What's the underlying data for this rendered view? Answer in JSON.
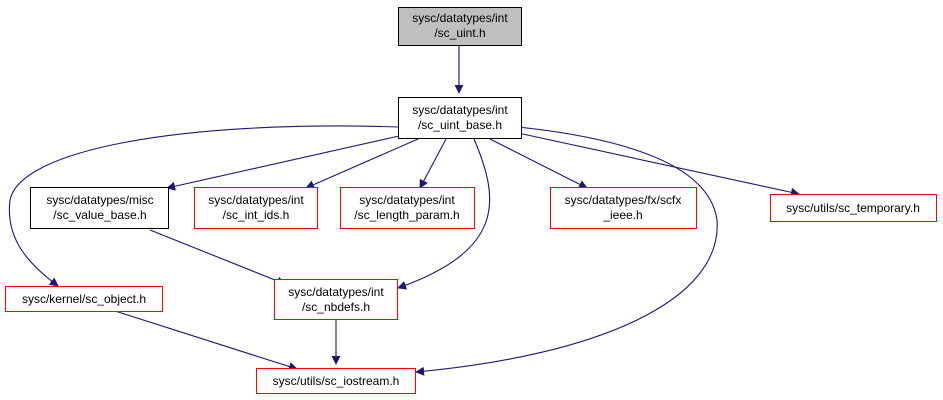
{
  "colors": {
    "edge": "#191970",
    "root_fill": "#bfbfbf",
    "root_stroke": "#000000",
    "doc_stroke": "#000000",
    "missing_stroke": "#ff0000",
    "node_fill": "#ffffff"
  },
  "nodes": {
    "sc_uint": {
      "lines": [
        "sysc/datatypes/int",
        "/sc_uint.h"
      ],
      "kind": "root"
    },
    "sc_uint_base": {
      "lines": [
        "sysc/datatypes/int",
        "/sc_uint_base.h"
      ],
      "kind": "documented"
    },
    "sc_value_base": {
      "lines": [
        "sysc/datatypes/misc",
        "/sc_value_base.h"
      ],
      "kind": "documented"
    },
    "sc_int_ids": {
      "lines": [
        "sysc/datatypes/int",
        "/sc_int_ids.h"
      ],
      "kind": "undocumented"
    },
    "sc_length_param": {
      "lines": [
        "sysc/datatypes/int",
        "/sc_length_param.h"
      ],
      "kind": "undocumented"
    },
    "scfx_ieee": {
      "lines": [
        "sysc/datatypes/fx/scfx",
        "_ieee.h"
      ],
      "kind": "undocumented"
    },
    "sc_temporary": {
      "lines": [
        "sysc/utils/sc_temporary.h"
      ],
      "kind": "undocumented"
    },
    "sc_object": {
      "lines": [
        "sysc/kernel/sc_object.h"
      ],
      "kind": "undocumented"
    },
    "sc_nbdefs": {
      "lines": [
        "sysc/datatypes/int",
        "/sc_nbdefs.h"
      ],
      "kind": "undocumented"
    },
    "sc_iostream": {
      "lines": [
        "sysc/utils/sc_iostream.h"
      ],
      "kind": "undocumented"
    }
  },
  "edges": [
    {
      "from": "sc_uint",
      "to": "sc_uint_base"
    },
    {
      "from": "sc_uint_base",
      "to": "sc_value_base"
    },
    {
      "from": "sc_uint_base",
      "to": "sc_int_ids"
    },
    {
      "from": "sc_uint_base",
      "to": "sc_length_param"
    },
    {
      "from": "sc_uint_base",
      "to": "scfx_ieee"
    },
    {
      "from": "sc_uint_base",
      "to": "sc_temporary"
    },
    {
      "from": "sc_uint_base",
      "to": "sc_object"
    },
    {
      "from": "sc_uint_base",
      "to": "sc_nbdefs"
    },
    {
      "from": "sc_uint_base",
      "to": "sc_iostream"
    },
    {
      "from": "sc_value_base",
      "to": "sc_nbdefs"
    },
    {
      "from": "sc_object",
      "to": "sc_iostream"
    },
    {
      "from": "sc_nbdefs",
      "to": "sc_iostream"
    }
  ]
}
